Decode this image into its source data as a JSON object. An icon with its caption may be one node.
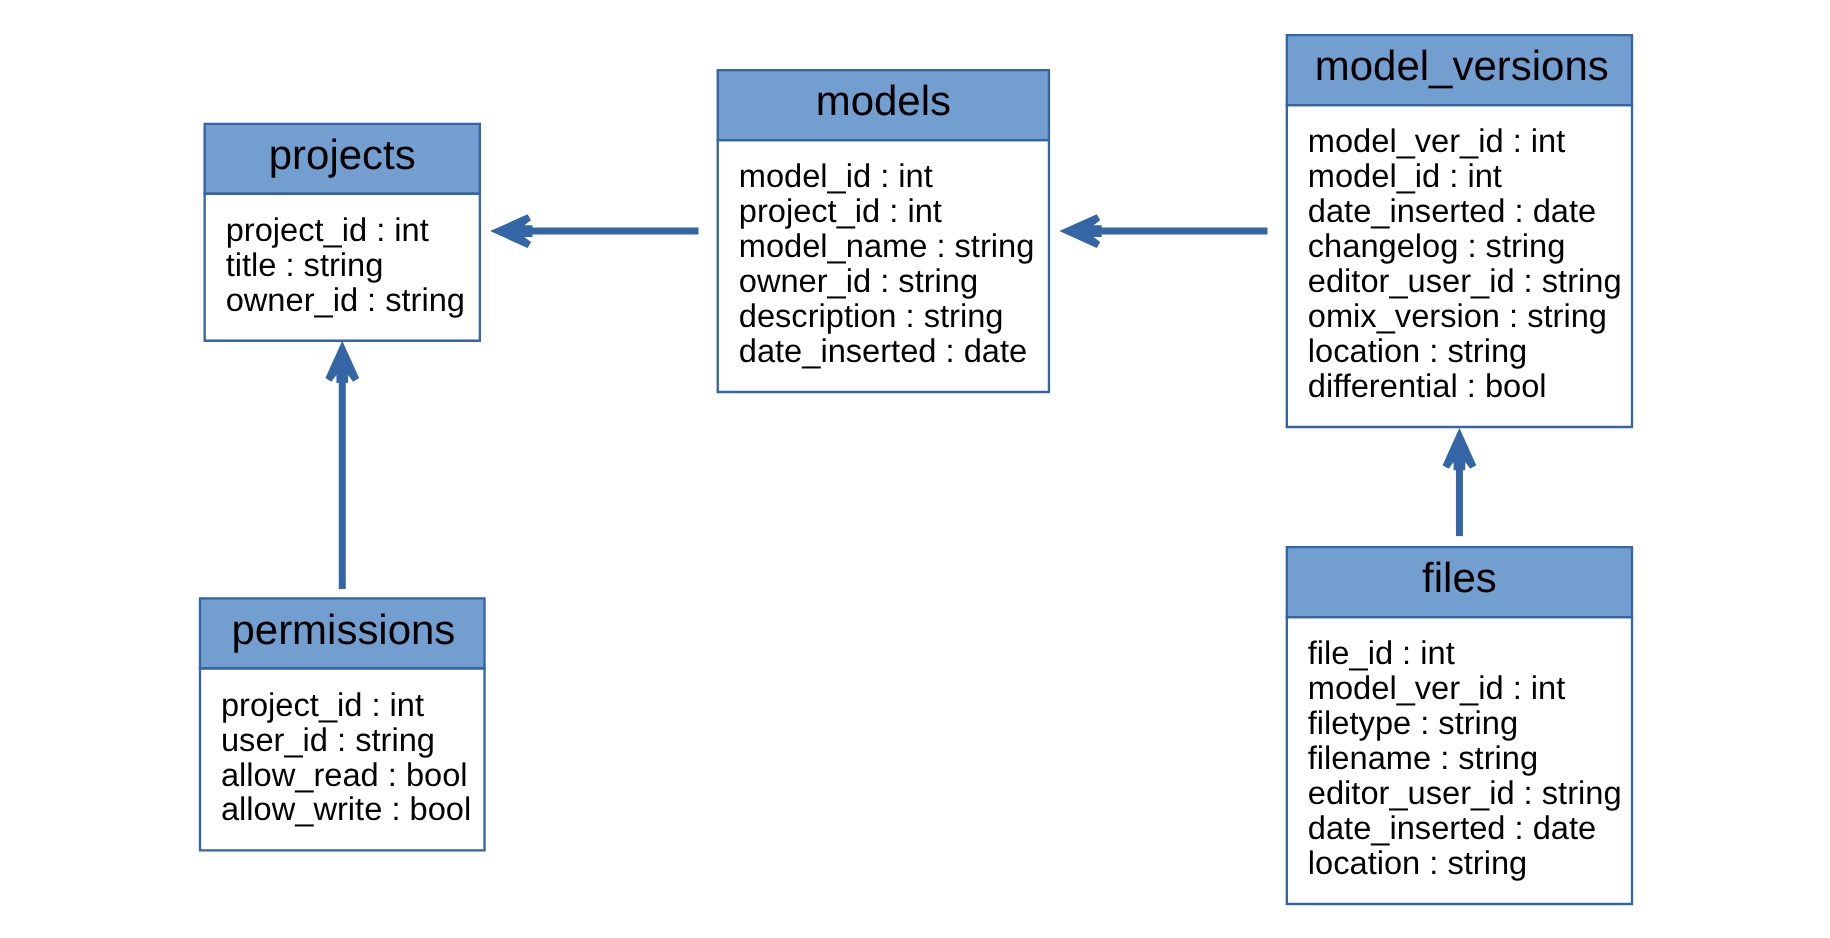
{
  "diagram": {
    "nodes": [
      {
        "text": [
          "projects",
          "project_id : int",
          "title : string",
          "owner_id : string"
        ]
      },
      {
        "text": [
          "models",
          "model_id : int",
          "project_id : int",
          "model_name : string",
          "owner_id : string",
          "description : string",
          "date_inserted : date"
        ]
      },
      {
        "text": [
          "model_versions",
          "model_ver_id : int",
          "model_id : int",
          "date_inserted : date",
          "changelog : string",
          "editor_user_id : string",
          "omix_version : string",
          "location : string",
          "differential : bool"
        ]
      },
      {
        "text": [
          "permissions",
          "project_id : int",
          "user_id : string",
          "allow_read : bool",
          "allow_write : bool"
        ]
      },
      {
        "text": [
          "files",
          "file_id : int",
          "model_ver_id : int",
          "filetype : string",
          "filename : string",
          "editor_user_id : string",
          "date_inserted : date",
          "location : string"
        ]
      }
    ],
    "edges": [
      {
        "from": 1,
        "to": 0,
        "arrow": "to"
      },
      {
        "from": 2,
        "to": 1,
        "arrow": "to"
      },
      {
        "from": 3,
        "to": 0,
        "arrow": "to"
      },
      {
        "from": 4,
        "to": 2,
        "arrow": "to"
      }
    ]
  }
}
